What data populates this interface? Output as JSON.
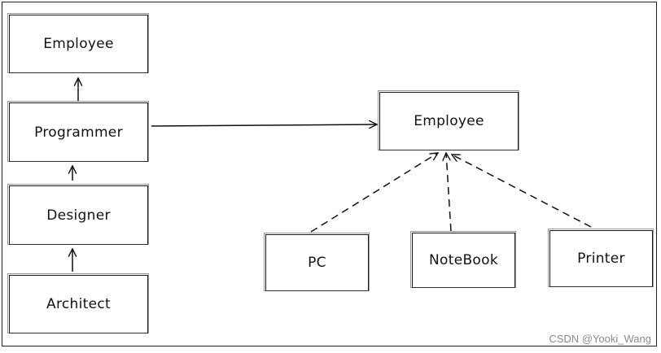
{
  "nodes": {
    "employee_top": "Employee",
    "programmer": "Programmer",
    "designer": "Designer",
    "architect": "Architect",
    "employee_right": "Employee",
    "pc": "PC",
    "notebook": "NoteBook",
    "printer": "Printer"
  },
  "watermark": "CSDN @Yooki_Wang"
}
